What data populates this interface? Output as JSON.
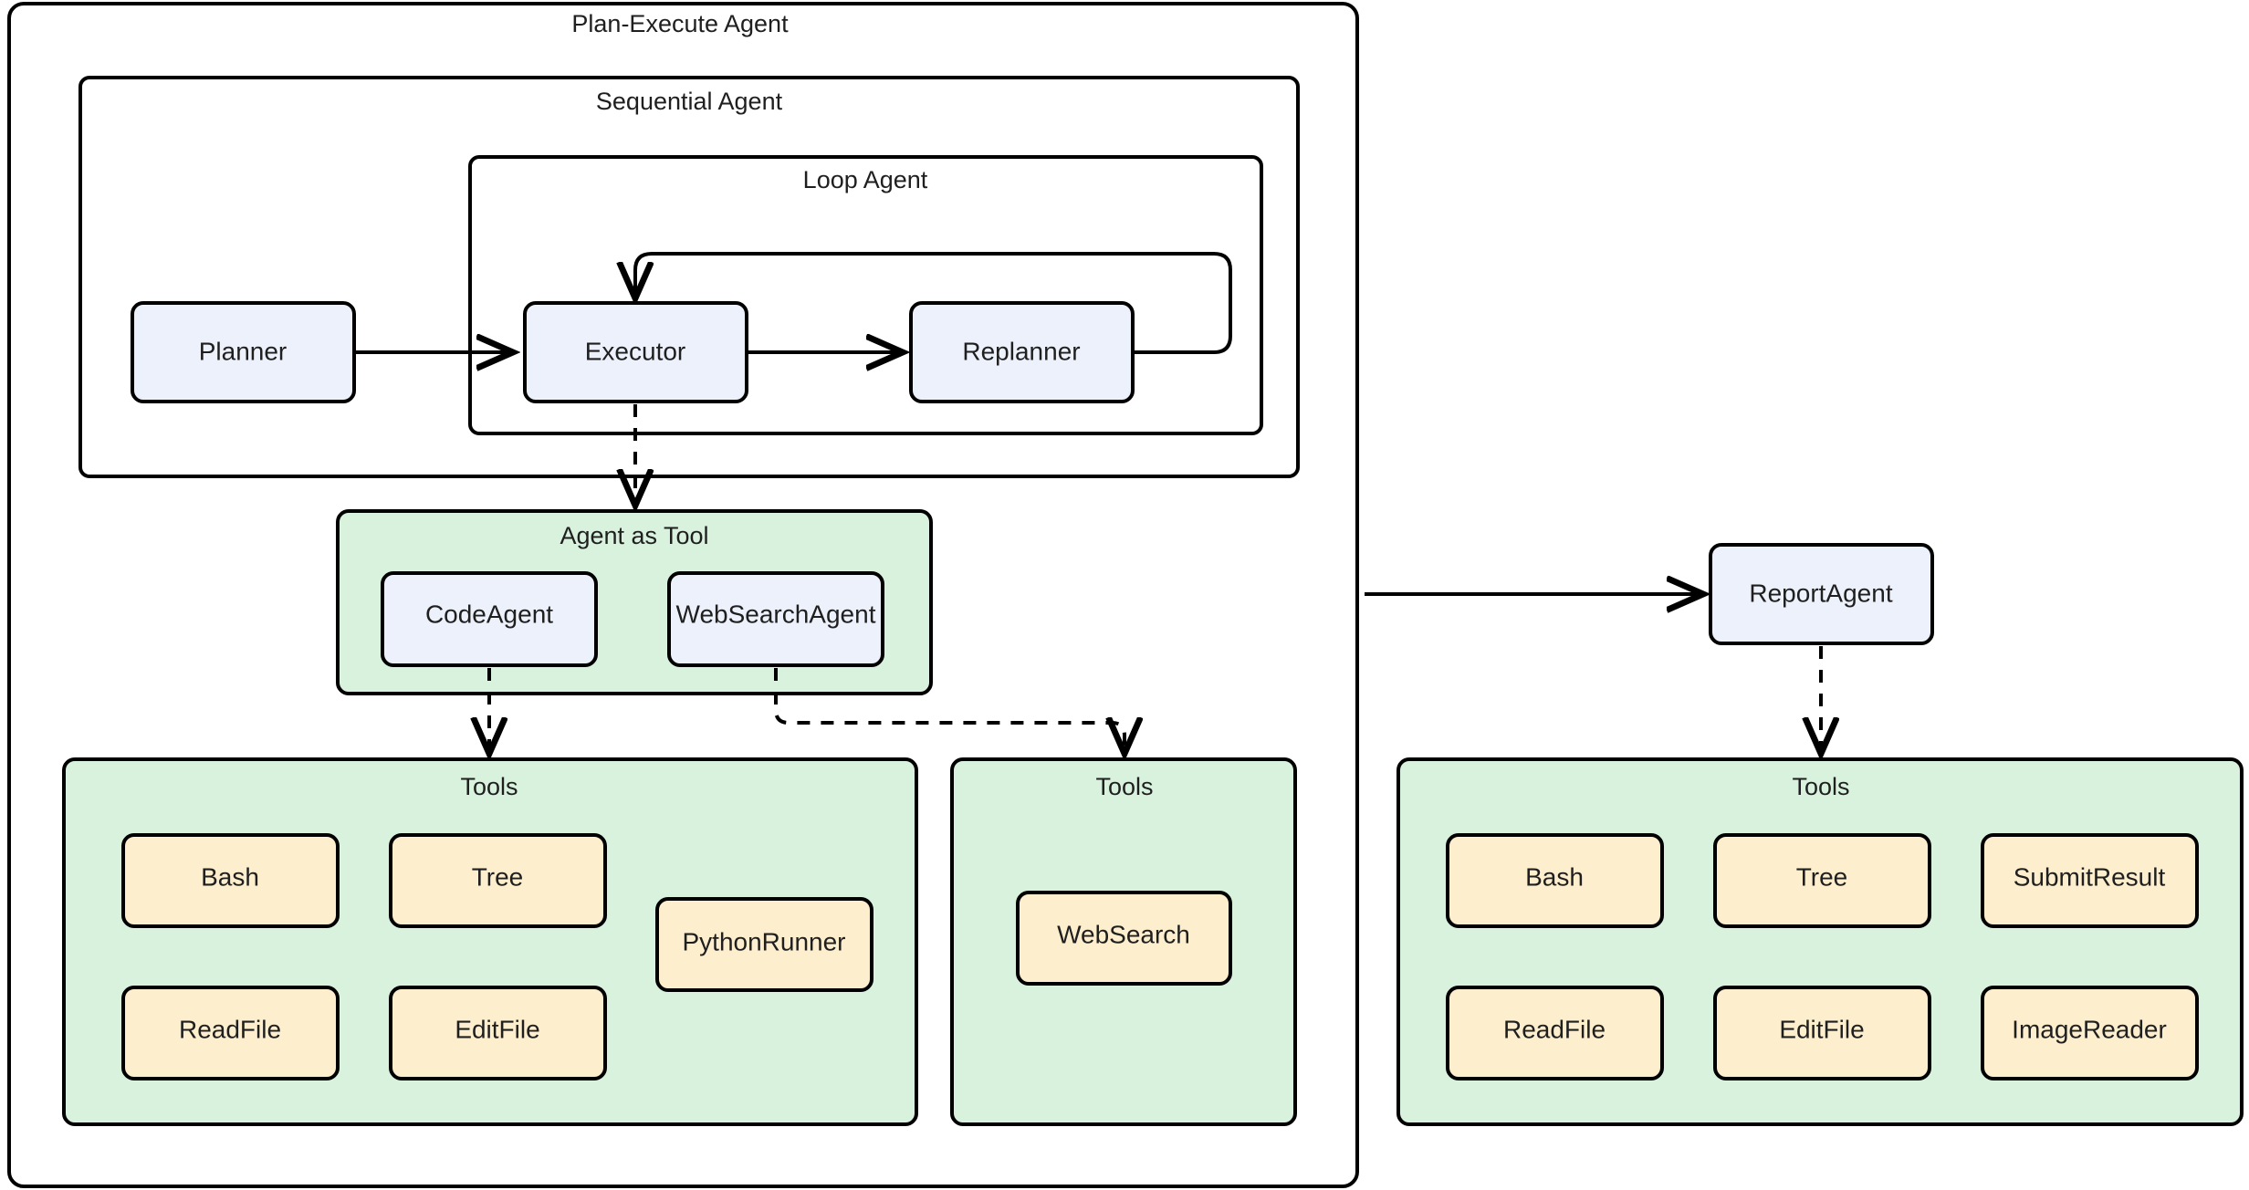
{
  "diagram": {
    "title": "Plan-Execute Agent",
    "colors": {
      "blue_node_fill": "#edf1fb",
      "green_group_fill": "#d8f2de",
      "yellow_node_fill": "#fdeecd",
      "stroke": "#000000",
      "background": "#ffffff",
      "text": "#1f1f1f"
    },
    "containers": {
      "plan_execute_agent": "Plan-Execute Agent",
      "sequential_agent": "Sequential Agent",
      "loop_agent": "Loop Agent",
      "agent_as_tool": "Agent as Tool",
      "tools_code": "Tools",
      "tools_websearch": "Tools",
      "tools_report": "Tools"
    },
    "nodes": {
      "planner": "Planner",
      "executor": "Executor",
      "replanner": "Replanner",
      "code_agent": "CodeAgent",
      "websearch_agent": "WebSearchAgent",
      "report_agent": "ReportAgent"
    },
    "tools_code_agent": [
      "Bash",
      "Tree",
      "PythonRunner",
      "ReadFile",
      "EditFile"
    ],
    "tools_websearch_agent": [
      "WebSearch"
    ],
    "tools_report_agent": [
      "Bash",
      "Tree",
      "SubmitResult",
      "ReadFile",
      "EditFile",
      "ImageReader"
    ],
    "edges": [
      {
        "from": "Planner",
        "to": "Executor",
        "style": "solid"
      },
      {
        "from": "Executor",
        "to": "Replanner",
        "style": "solid"
      },
      {
        "from": "Replanner",
        "to": "Executor",
        "style": "solid-loop"
      },
      {
        "from": "Executor",
        "to": "Agent as Tool",
        "style": "dashed"
      },
      {
        "from": "CodeAgent",
        "to": "Tools",
        "style": "dashed"
      },
      {
        "from": "WebSearchAgent",
        "to": "Tools",
        "style": "dashed"
      },
      {
        "from": "Plan-Execute Agent",
        "to": "ReportAgent",
        "style": "solid"
      },
      {
        "from": "ReportAgent",
        "to": "Tools",
        "style": "dashed"
      }
    ]
  }
}
